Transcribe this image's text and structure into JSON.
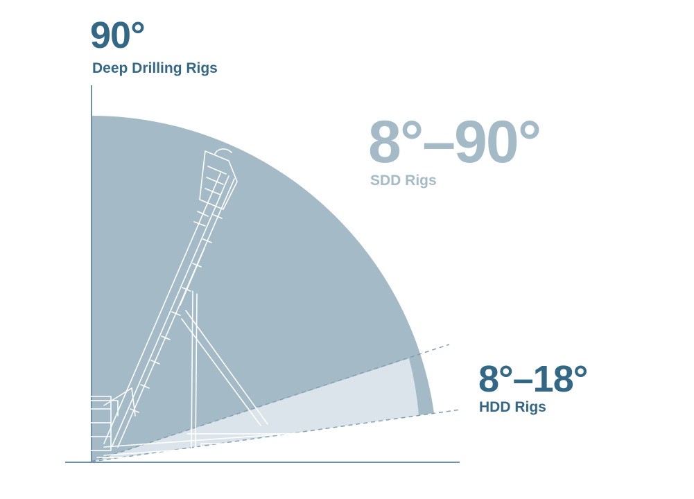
{
  "labels": {
    "deep": {
      "angle": "90°",
      "name": "Deep Drilling Rigs"
    },
    "sdd": {
      "angle": "8°–90°",
      "name": "SDD Rigs"
    },
    "hdd": {
      "angle": "8°–18°",
      "name": "HDD Rigs"
    }
  },
  "angles": {
    "deep_degrees": 90,
    "sdd_range_degrees": [
      8,
      90
    ],
    "hdd_range_degrees": [
      8,
      18
    ]
  },
  "colors": {
    "sector_dark": "#a4bac7",
    "sector_light": "#dbe4ea",
    "line": "#6f91a5",
    "text_dark": "#336786",
    "text_light": "#a4bac7",
    "white": "#ffffff"
  }
}
